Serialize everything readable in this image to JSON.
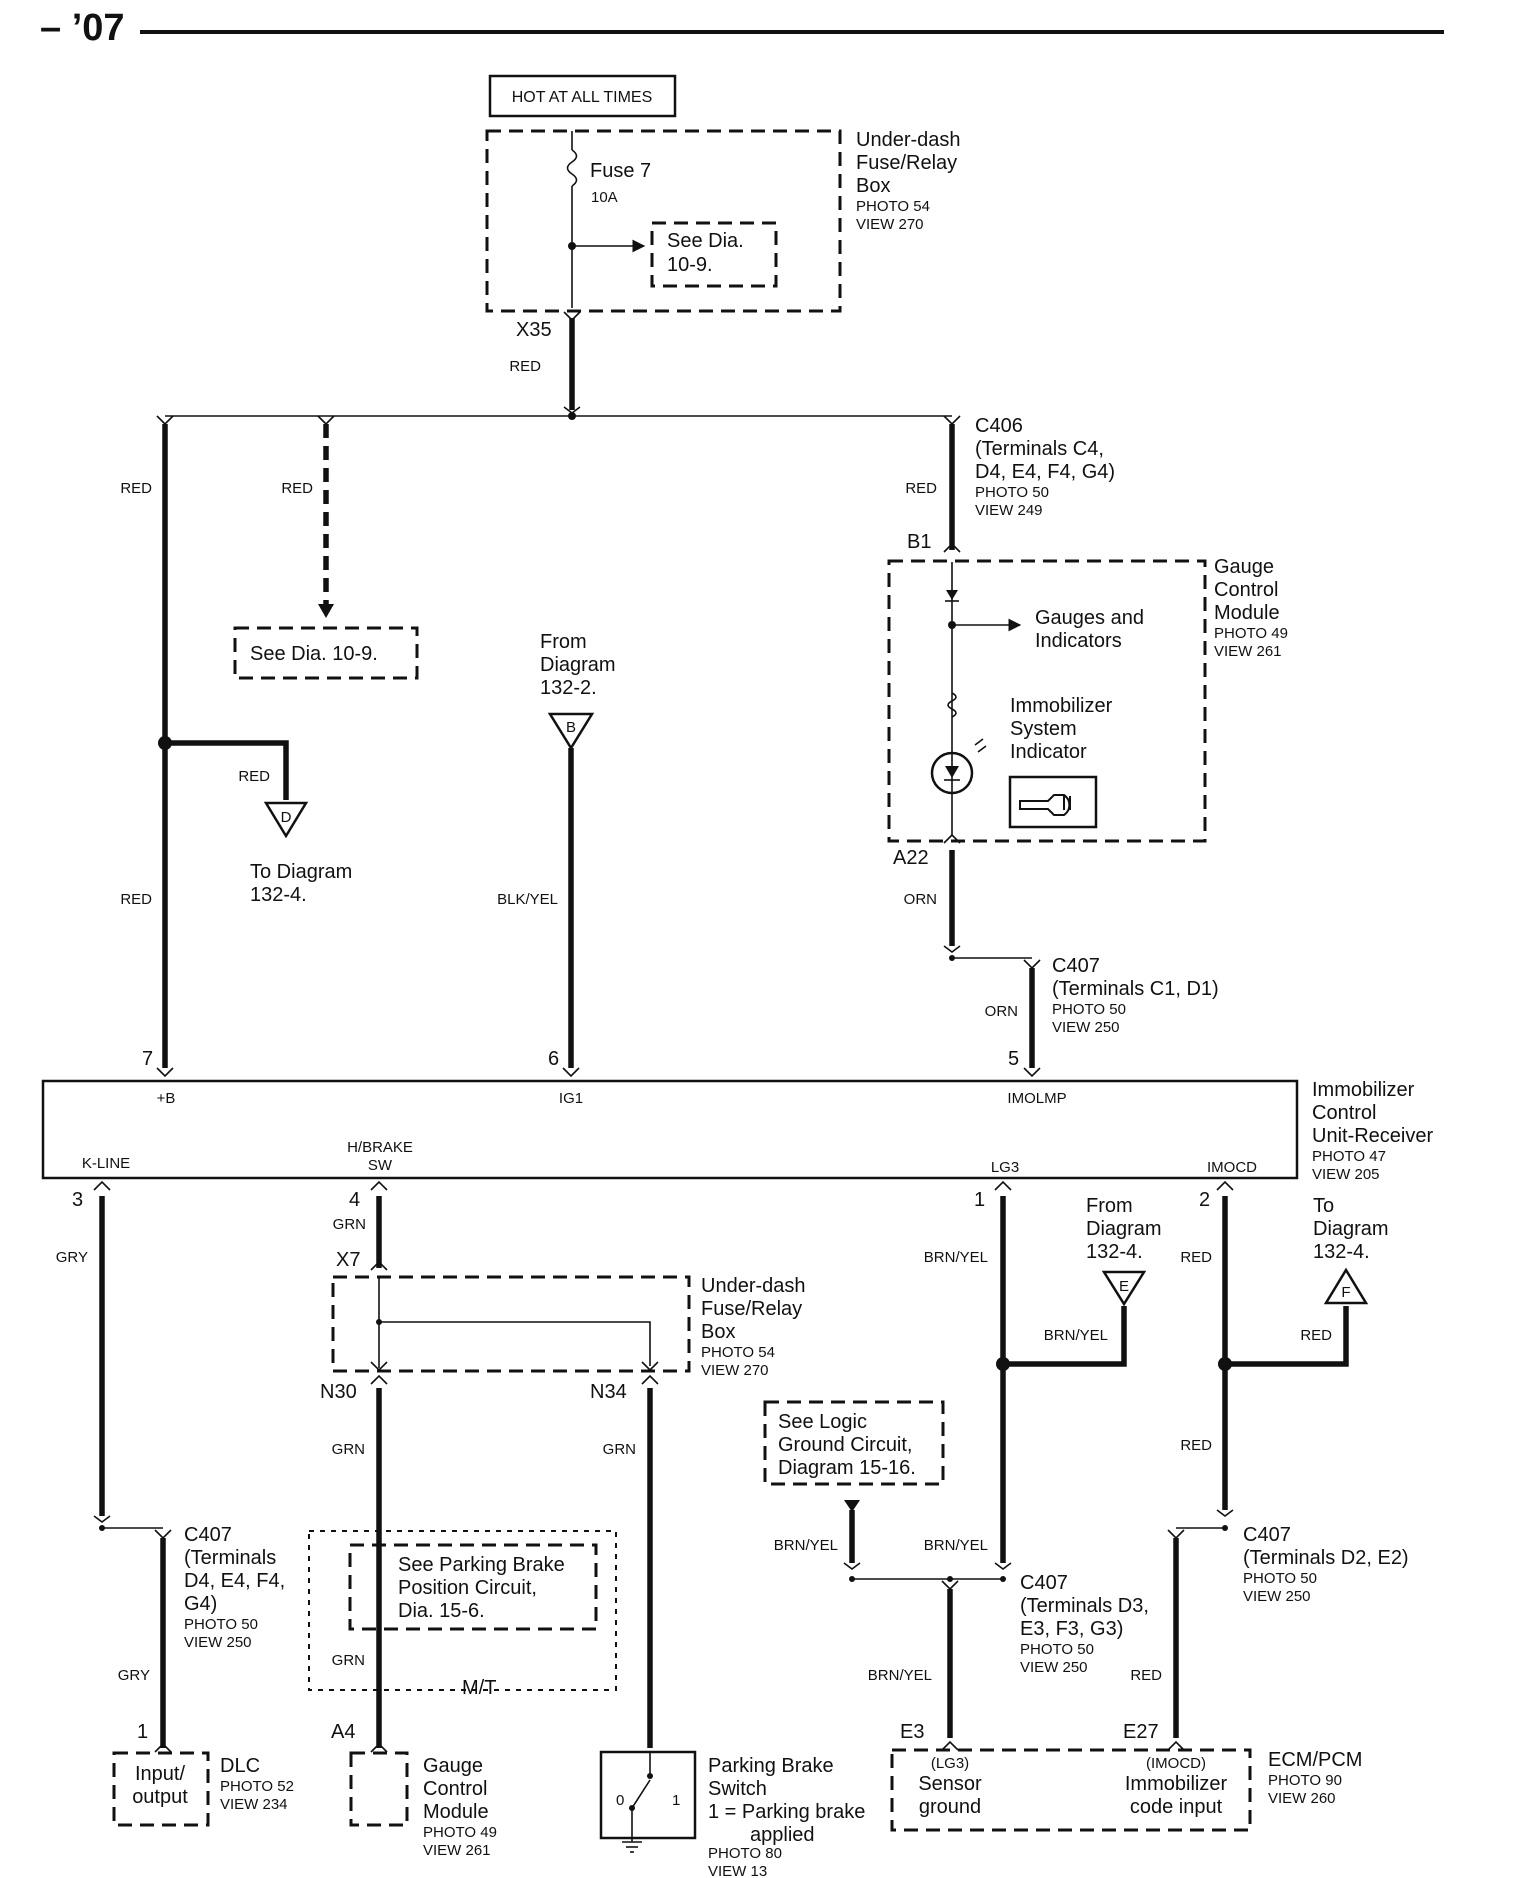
{
  "header": {
    "year": "– ’07"
  },
  "fuse_box_top": {
    "hot": "HOT AT ALL TIMES",
    "fuse_name": "Fuse 7",
    "fuse_rating": "10A",
    "see_line1": "See Dia.",
    "see_line2": "10-9.",
    "title": [
      "Under-dash",
      "Fuse/Relay",
      "Box"
    ],
    "photo": "PHOTO 54",
    "view": "VIEW 270",
    "terminal": "X35",
    "wire": "RED"
  },
  "branches": {
    "wire_left_top": "RED",
    "wire_left_bottom": "RED",
    "wire_second": "RED",
    "see_dia": "See Dia. 10-9.",
    "wire_to_d": "RED",
    "connector_d": "D",
    "to_d": [
      "To Diagram",
      "132-4."
    ],
    "from_b": [
      "From",
      "Diagram",
      "132-2."
    ],
    "connector_b": "B",
    "wire_b": "BLK/YEL",
    "wire_c406": "RED"
  },
  "c406": {
    "name": "C406",
    "lines": [
      "(Terminals C4,",
      "D4, E4, F4, G4)"
    ],
    "photo": "PHOTO 50",
    "view": "VIEW 249"
  },
  "gauge_module_top": {
    "terminal_top": "B1",
    "terminal_bottom": "A22",
    "gauges": [
      "Gauges and",
      "Indicators"
    ],
    "indicator": [
      "Immobilizer",
      "System",
      "Indicator"
    ],
    "title": [
      "Gauge",
      "Control",
      "Module"
    ],
    "photo": "PHOTO 49",
    "view": "VIEW 261",
    "wire_out": "ORN"
  },
  "c407_top": {
    "name": "C407",
    "line": "(Terminals C1, D1)",
    "photo": "PHOTO 50",
    "view": "VIEW 250",
    "wire": "ORN"
  },
  "unit": {
    "title": [
      "Immobilizer",
      "Control",
      "Unit-Receiver"
    ],
    "photo": "PHOTO 47",
    "view": "VIEW 205",
    "top_pins": [
      {
        "num": "7",
        "label": "+B"
      },
      {
        "num": "6",
        "label": "IG1"
      },
      {
        "num": "5",
        "label": "IMOLMP"
      }
    ],
    "bottom_pins": [
      {
        "num": "3",
        "label": "K-LINE"
      },
      {
        "num": "4",
        "label1": "H/BRAKE",
        "label2": "SW"
      },
      {
        "num": "1",
        "label": "LG3"
      },
      {
        "num": "2",
        "label": "IMOCD"
      }
    ]
  },
  "kline": {
    "wire1": "GRY",
    "wire2": "GRY",
    "c407": "C407",
    "c407_lines": [
      "(Terminals",
      "D4, E4, F4,",
      "G4)"
    ],
    "photo": "PHOTO 50",
    "view": "VIEW 250",
    "pin": "1",
    "dlc_lines": [
      "Input/",
      "output"
    ],
    "dlc_title": "DLC",
    "dlc_photo": "PHOTO 52",
    "dlc_view": "VIEW 234"
  },
  "hbrake": {
    "wire_top": "GRN",
    "terminal_x7": "X7",
    "fuse_box_title": [
      "Under-dash",
      "Fuse/Relay",
      "Box"
    ],
    "fuse_box_photo": "PHOTO 54",
    "fuse_box_view": "VIEW 270",
    "n30": "N30",
    "n34": "N34",
    "wire_n30": "GRN",
    "wire_n34": "GRN",
    "wire_mt": "GRN",
    "see_parking": [
      "See Parking Brake",
      "Position Circuit,",
      "Dia. 15-6."
    ],
    "mt": "M/T",
    "a4": "A4",
    "gauge_title": [
      "Gauge",
      "Control",
      "Module"
    ],
    "gauge_photo": "PHOTO 49",
    "gauge_view": "VIEW 261",
    "switch_title": [
      "Parking Brake",
      "Switch"
    ],
    "switch_note": [
      "1 = Parking brake",
      "applied"
    ],
    "switch_photo": "PHOTO 80",
    "switch_view": "VIEW 13",
    "sw0": "0",
    "sw1": "1"
  },
  "lg3": {
    "wire1": "BRN/YEL",
    "from_e": [
      "From",
      "Diagram",
      "132-4."
    ],
    "connector_e": "E",
    "wire_e": "BRN/YEL",
    "see_logic": [
      "See Logic",
      "Ground Circuit,",
      "Diagram 15-16."
    ],
    "wire_logic": "BRN/YEL",
    "wire_lg3_lower": "BRN/YEL",
    "c407": "C407",
    "c407_lines": [
      "(Terminals D3,",
      "E3, F3, G3)"
    ],
    "photo": "PHOTO 50",
    "view": "VIEW 250",
    "wire_e3": "BRN/YEL"
  },
  "imocd": {
    "wire1": "RED",
    "to_f": [
      "To",
      "Diagram",
      "132-4."
    ],
    "connector_f": "F",
    "wire_f": "RED",
    "wire2": "RED",
    "c407": "C407",
    "c407_line": "(Terminals D2, E2)",
    "photo": "PHOTO 50",
    "view": "VIEW 250",
    "wire_e27": "RED"
  },
  "ecm": {
    "e3": "E3",
    "e27": "E27",
    "lg3": "(LG3)",
    "sensor": [
      "Sensor",
      "ground"
    ],
    "imocd": "(IMOCD)",
    "immo": [
      "Immobilizer",
      "code input"
    ],
    "title": "ECM/PCM",
    "photo": "PHOTO 90",
    "view": "VIEW 260"
  },
  "colors": {
    "ink": "#111111",
    "paper": "#ffffff"
  },
  "icons": [
    "fuse-icon",
    "resistor-icon",
    "led-icon",
    "key-icon",
    "ground-icon",
    "switch-icon",
    "diode-icon"
  ]
}
